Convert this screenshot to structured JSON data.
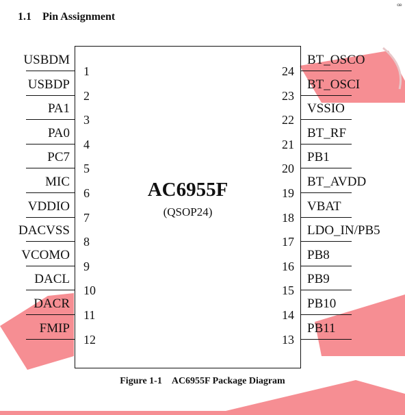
{
  "section": {
    "number": "1.1",
    "title": "Pin Assignment"
  },
  "chip": {
    "name": "AC6955F",
    "package": "(QSOP24)"
  },
  "left_pins": [
    {
      "num": "1",
      "label": "USBDM"
    },
    {
      "num": "2",
      "label": "USBDP"
    },
    {
      "num": "3",
      "label": "PA1"
    },
    {
      "num": "4",
      "label": "PA0"
    },
    {
      "num": "5",
      "label": "PC7"
    },
    {
      "num": "6",
      "label": "MIC"
    },
    {
      "num": "7",
      "label": "VDDIO"
    },
    {
      "num": "8",
      "label": "DACVSS"
    },
    {
      "num": "9",
      "label": "VCOMO"
    },
    {
      "num": "10",
      "label": "DACL"
    },
    {
      "num": "11",
      "label": "DACR"
    },
    {
      "num": "12",
      "label": "FMIP"
    }
  ],
  "right_pins": [
    {
      "num": "24",
      "label": "BT_OSCO"
    },
    {
      "num": "23",
      "label": "BT_OSCI"
    },
    {
      "num": "22",
      "label": "VSSIO"
    },
    {
      "num": "21",
      "label": "BT_RF"
    },
    {
      "num": "20",
      "label": "PB1"
    },
    {
      "num": "19",
      "label": "BT_AVDD"
    },
    {
      "num": "18",
      "label": "VBAT"
    },
    {
      "num": "17",
      "label": "LDO_IN/PB5"
    },
    {
      "num": "16",
      "label": "PB8"
    },
    {
      "num": "15",
      "label": "PB9"
    },
    {
      "num": "14",
      "label": "PB10"
    },
    {
      "num": "13",
      "label": "PB11"
    }
  ],
  "caption": {
    "figure": "Figure 1-1",
    "text": "AC6955F Package Diagram"
  },
  "watermark_color": "#f47a80",
  "icons": {
    "corner": "small-glyph-icon"
  }
}
